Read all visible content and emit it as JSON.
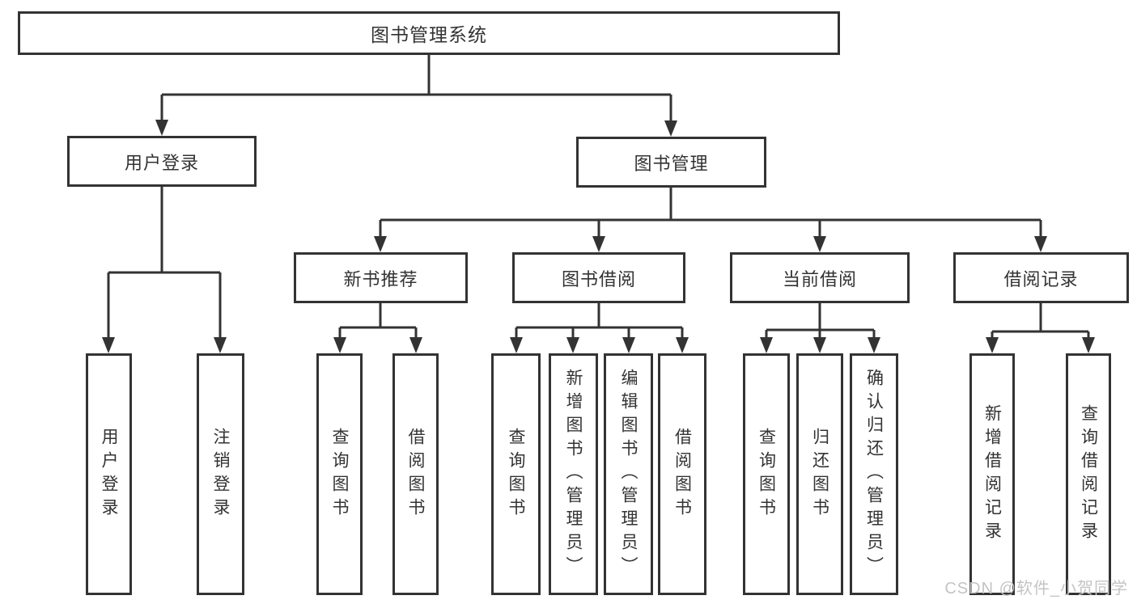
{
  "colors": {
    "line": "#333333",
    "text": "#333333",
    "box_bg": "#ffffff",
    "watermark": "#c4c4c4"
  },
  "root": {
    "label": "图书管理系统"
  },
  "level2": [
    {
      "label": "用户登录"
    },
    {
      "label": "图书管理"
    }
  ],
  "level3": [
    {
      "label": "新书推荐"
    },
    {
      "label": "图书借阅"
    },
    {
      "label": "当前借阅"
    },
    {
      "label": "借阅记录"
    }
  ],
  "leaves": {
    "login": [
      {
        "label": "用户登录"
      },
      {
        "label": "注销登录"
      }
    ],
    "recommend": [
      {
        "label": "查询图书"
      },
      {
        "label": "借阅图书"
      }
    ],
    "borrow": [
      {
        "label": "查询图书"
      },
      {
        "label": "新增图书（管理员）"
      },
      {
        "label": "编辑图书（管理员）"
      },
      {
        "label": "借阅图书"
      }
    ],
    "current": [
      {
        "label": "查询图书"
      },
      {
        "label": "归还图书"
      },
      {
        "label": "确认归还（管理员）"
      }
    ],
    "records": [
      {
        "label": "新增借阅记录"
      },
      {
        "label": "查询借阅记录"
      }
    ]
  },
  "watermark": {
    "text": "CSDN @软件_小贺同学"
  }
}
